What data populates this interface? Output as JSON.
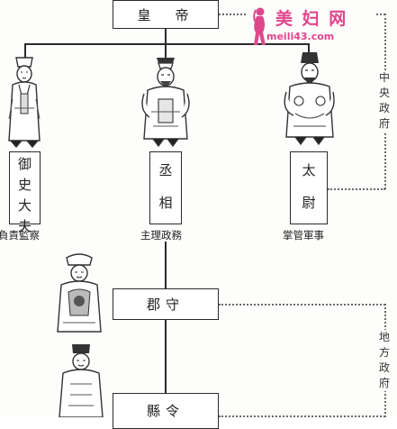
{
  "watermark": {
    "title": "美 妇 网",
    "url": "meili43.com"
  },
  "central": {
    "emperor": "皇　帝",
    "censor_title": [
      "御",
      "史",
      "大",
      "夫"
    ],
    "censor_duty": "負責監察",
    "chancellor_title": [
      "丞",
      "相"
    ],
    "chancellor_duty": "主理政務",
    "commandant_title": [
      "太",
      "尉"
    ],
    "commandant_duty": "掌管軍事",
    "group_label": [
      "中",
      "央",
      "政",
      "府"
    ]
  },
  "local": {
    "commandery": "郡守",
    "county": "縣令",
    "group_label": [
      "地",
      "方",
      "政",
      "府"
    ]
  }
}
